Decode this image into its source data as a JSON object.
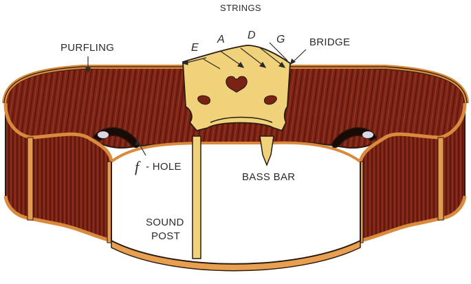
{
  "labels": {
    "strings": "STRINGS",
    "purfling": "PURFLING",
    "bridge": "BRIDGE",
    "string_e": "E",
    "string_a": "A",
    "string_d": "D",
    "string_g": "G",
    "f_hole_f": "f",
    "f_hole_rest": "- HOLE",
    "bass_bar": "BASS BAR",
    "sound_post_line1": "SOUND",
    "sound_post_line2": "POST"
  },
  "colors": {
    "wood_dark": "#6a1a10",
    "wood_mid": "#8a2a18",
    "rim": "#d98a3c",
    "rim_light": "#f0b060",
    "bridge": "#f0d27a",
    "outline": "#2a1a10"
  }
}
